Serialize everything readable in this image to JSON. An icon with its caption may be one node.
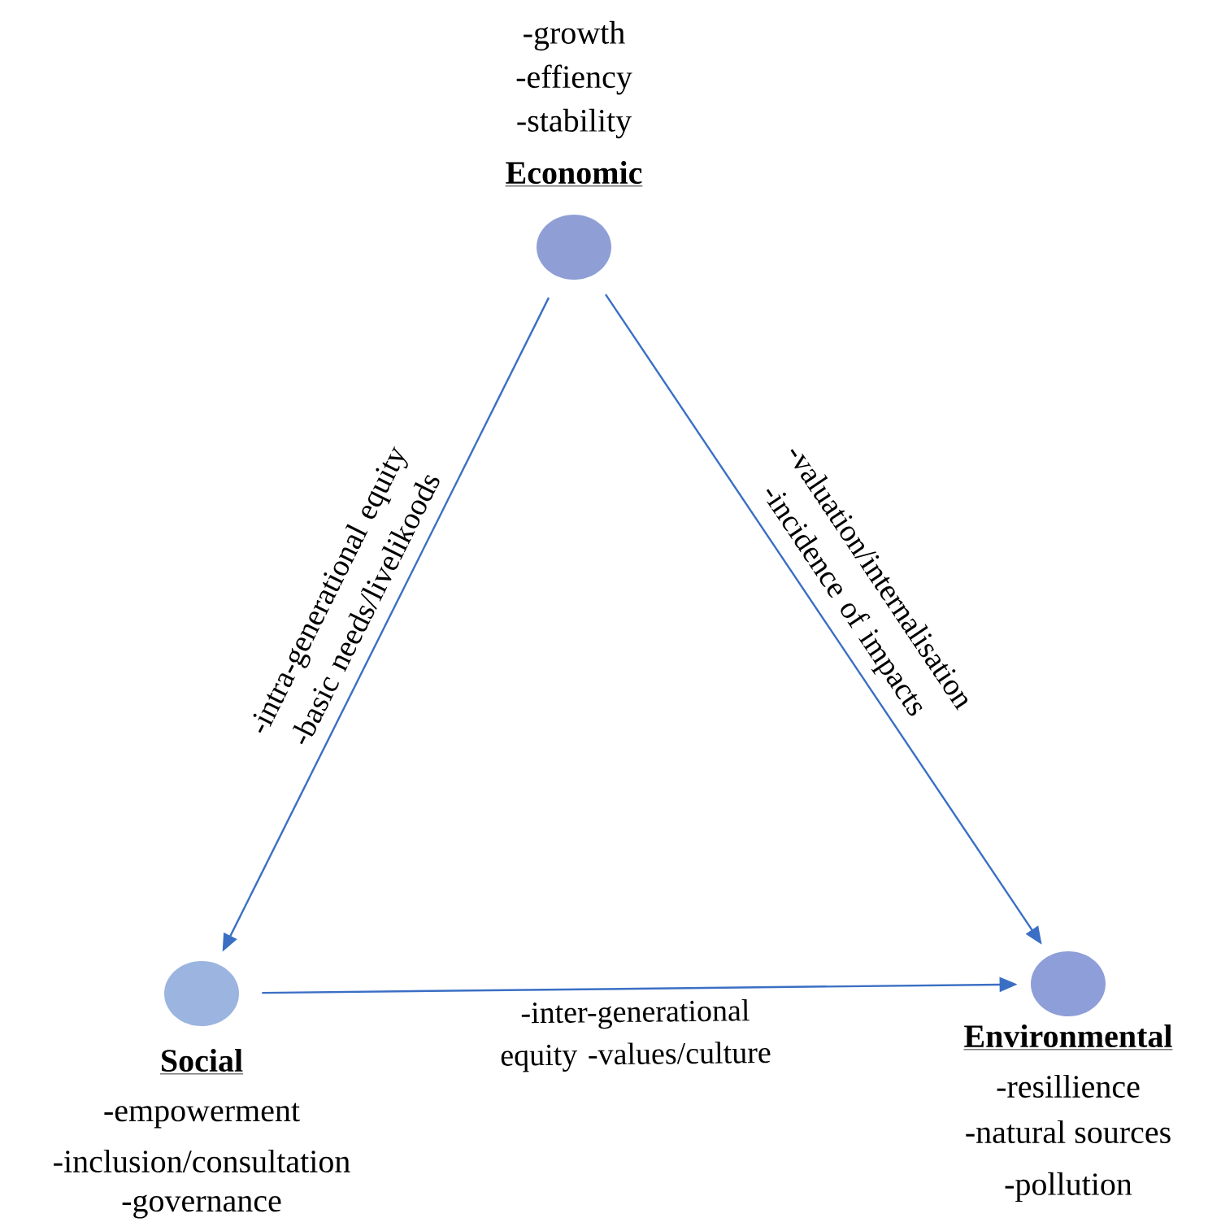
{
  "diagram": {
    "nodes": [
      {
        "text": [
          "Economic"
        ],
        "beside": [
          "-growth",
          "-effiency",
          "-stability"
        ]
      },
      {
        "text": [
          "Social"
        ],
        "beside": [
          "-empowerment",
          "-inclusion/consultation",
          "-governance"
        ]
      },
      {
        "text": [
          "Environmental"
        ],
        "beside": [
          "-resillience",
          "-natural sources",
          "-pollution"
        ]
      }
    ],
    "edges": [
      {
        "from": 0,
        "to": 1,
        "arrow": "to",
        "label": "-intra-generational equity -basic needs/livelikoods"
      },
      {
        "from": 0,
        "to": 2,
        "arrow": "to",
        "label": "-valuation/internalisation -incidence of impacts"
      },
      {
        "from": 1,
        "to": 2,
        "arrow": "to",
        "label": "-inter-generational equity -values/culture"
      }
    ]
  }
}
